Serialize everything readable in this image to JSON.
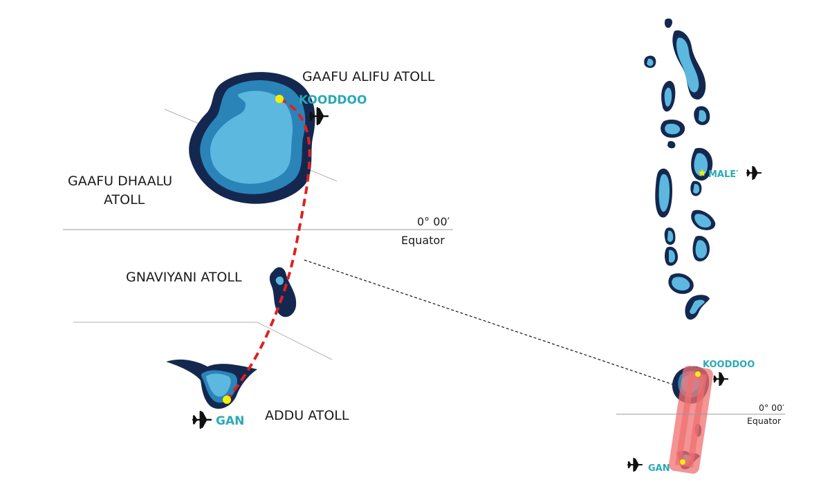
{
  "main_map": {
    "atolls": [
      {
        "id": "gaafu-alifu",
        "name": "GAAFU ALIFU ATOLL"
      },
      {
        "id": "gaafu-dhaalu",
        "name_line1": "GAAFU DHAALU",
        "name_line2": "ATOLL"
      },
      {
        "id": "gnaviyani",
        "name": "GNAVIYANI ATOLL"
      },
      {
        "id": "addu",
        "name": "ADDU ATOLL"
      }
    ],
    "airports": [
      {
        "id": "kooddoo",
        "name": "KOODDOO",
        "icon": "airplane-icon"
      },
      {
        "id": "gan",
        "name": "GAN",
        "icon": "airplane-icon"
      }
    ],
    "equator": {
      "coord": "0° 00′",
      "label": "Equator"
    }
  },
  "inset_map": {
    "capital": {
      "name": "MALE′",
      "icon": "star-icon"
    },
    "airports": [
      {
        "id": "kooddoo",
        "name": "KOODDOO",
        "icon": "airplane-icon"
      },
      {
        "id": "gan",
        "name": "GAN",
        "icon": "airplane-icon"
      }
    ],
    "equator": {
      "coord": "0° 00′",
      "label": "Equator"
    }
  },
  "colors": {
    "atoll_outer": "#14284f",
    "atoll_mid": "#2a84b8",
    "atoll_lagoon": "#5cb8de",
    "route": "#e02020",
    "airport_dot": "#f5f000",
    "airport_text": "#2aa9b8",
    "highlight": "#f07070"
  }
}
